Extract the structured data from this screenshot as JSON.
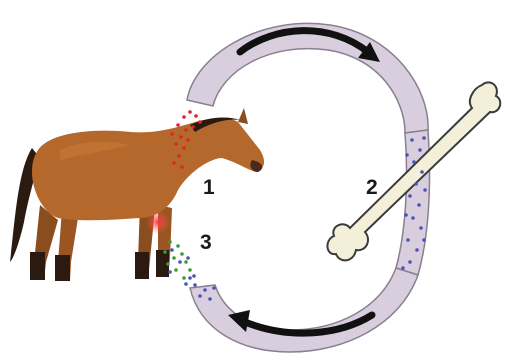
{
  "labels": [
    "1",
    "2",
    "3"
  ],
  "colors": {
    "ring_fill": "#d9cede",
    "ring_stroke": "#8a7f90",
    "arrow": "#111111",
    "horse_body": "#b5682b",
    "horse_dark": "#2a1a10",
    "bone": "#f3efd8",
    "bone_stroke": "#3a3a3a",
    "red_dots": "#e0252a",
    "blue_dots": "#4a55b8",
    "green_dots": "#3a9a3a"
  },
  "icons": {
    "horse": "horse-icon",
    "bone": "bone-icon",
    "arrow_top": "clockwise-arrow-icon",
    "arrow_bottom": "left-arrow-icon"
  }
}
